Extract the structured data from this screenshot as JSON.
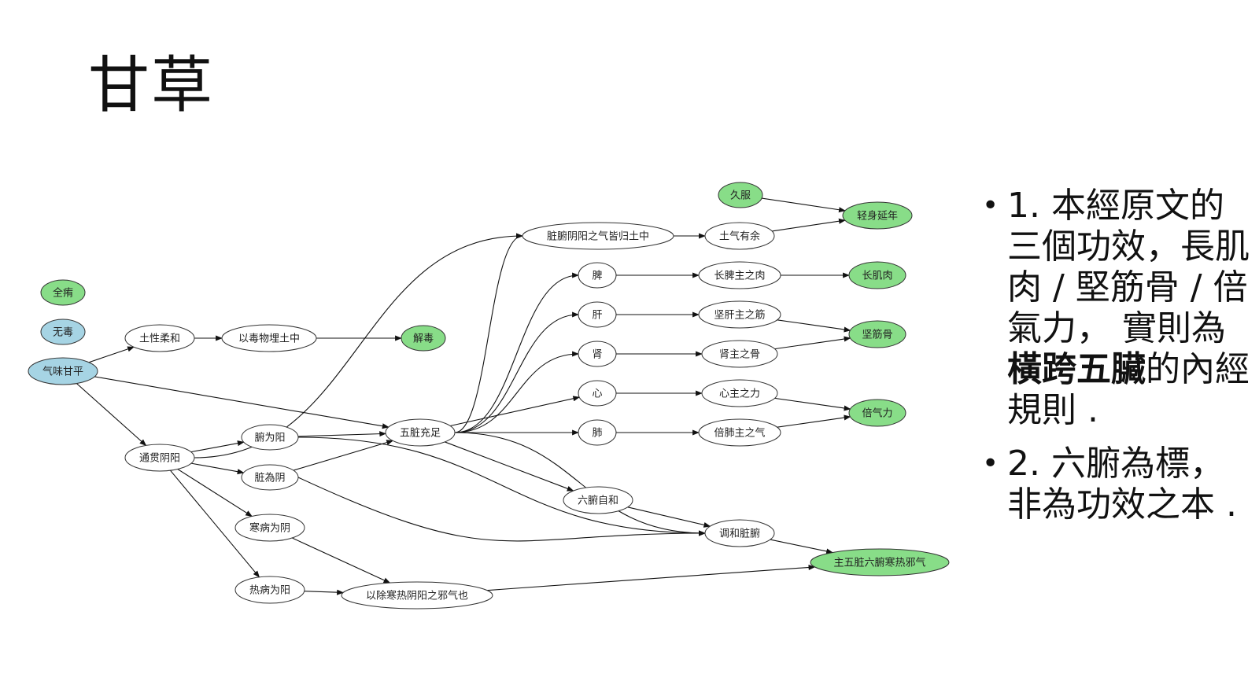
{
  "title": "甘草",
  "colors": {
    "green": "#88dd88",
    "blue": "#a6d4e4",
    "white": "#ffffff",
    "stroke": "#333333",
    "edge": "#111111"
  },
  "diagram": {
    "nodes": [
      {
        "id": "quanxi",
        "label": "全痏",
        "fill": "green"
      },
      {
        "id": "wudu",
        "label": "无毒",
        "fill": "blue"
      },
      {
        "id": "qiwei",
        "label": "气味甘平",
        "fill": "blue"
      },
      {
        "id": "tuxing",
        "label": "土性柔和",
        "fill": "white"
      },
      {
        "id": "yidu",
        "label": "以毒物埋土中",
        "fill": "white"
      },
      {
        "id": "jiedu",
        "label": "解毒",
        "fill": "green"
      },
      {
        "id": "tongguan",
        "label": "通贯阴阳",
        "fill": "white"
      },
      {
        "id": "fuweiyang",
        "label": "腑为阳",
        "fill": "white"
      },
      {
        "id": "zangweiyin",
        "label": "脏為阴",
        "fill": "white"
      },
      {
        "id": "hanbing",
        "label": "寒病为阴",
        "fill": "white"
      },
      {
        "id": "rebing",
        "label": "热病为阳",
        "fill": "white"
      },
      {
        "id": "wuzang",
        "label": "五脏充足",
        "fill": "white"
      },
      {
        "id": "yichu",
        "label": "以除寒热阴阳之邪气也",
        "fill": "white"
      },
      {
        "id": "zangfuguitu",
        "label": "脏腑阴阳之气皆归土中",
        "fill": "white"
      },
      {
        "id": "pi",
        "label": "脾",
        "fill": "white"
      },
      {
        "id": "gan",
        "label": "肝",
        "fill": "white"
      },
      {
        "id": "shen",
        "label": "肾",
        "fill": "white"
      },
      {
        "id": "xin",
        "label": "心",
        "fill": "white"
      },
      {
        "id": "fei",
        "label": "肺",
        "fill": "white"
      },
      {
        "id": "liufu",
        "label": "六腑自和",
        "fill": "white"
      },
      {
        "id": "tiaohe",
        "label": "调和脏腑",
        "fill": "white"
      },
      {
        "id": "jiufu",
        "label": "久服",
        "fill": "green"
      },
      {
        "id": "tuqi",
        "label": "土气有余",
        "fill": "white"
      },
      {
        "id": "changpi",
        "label": "长脾主之肉",
        "fill": "white"
      },
      {
        "id": "jiangan",
        "label": "坚肝主之筋",
        "fill": "white"
      },
      {
        "id": "shenzhu",
        "label": "肾主之骨",
        "fill": "white"
      },
      {
        "id": "xinzhu",
        "label": "心主之力",
        "fill": "white"
      },
      {
        "id": "beifei",
        "label": "倍肺主之气",
        "fill": "white"
      },
      {
        "id": "qingshen",
        "label": "轻身延年",
        "fill": "green"
      },
      {
        "id": "changjirou",
        "label": "长肌肉",
        "fill": "green"
      },
      {
        "id": "jianjingu",
        "label": "坚筋骨",
        "fill": "green"
      },
      {
        "id": "beiqili",
        "label": "倍气力",
        "fill": "green"
      },
      {
        "id": "zhuwuzang",
        "label": "主五脏六腑寒热邪气",
        "fill": "green"
      }
    ]
  },
  "bullets": [
    {
      "pre": "1.  本經原文的三個功效，長肌肉 / 堅筋骨 / 倍氣力，  實則為",
      "bold": "橫跨五臟",
      "post": "的內經規則 ."
    },
    {
      "pre": "2.  六腑為標，非為功效之本 .",
      "bold": "",
      "post": ""
    }
  ]
}
